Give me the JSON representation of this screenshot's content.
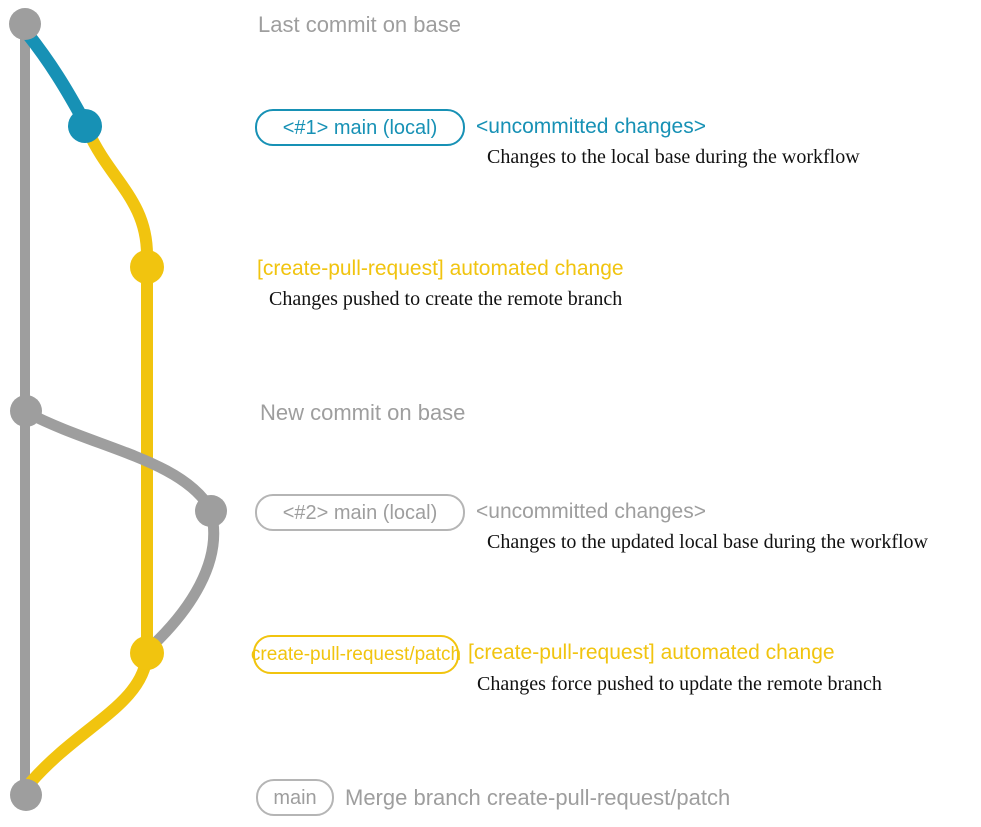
{
  "colors": {
    "teal": "#1791B5",
    "yellow": "#F1C40F",
    "gray": "#9E9E9E",
    "gray_border": "#B5B5B5",
    "caption": "#111111"
  },
  "labels": {
    "top": "Last commit on base",
    "middle": "New commit on base"
  },
  "rows": [
    {
      "badge": "<#1> main (local)",
      "status": "<uncommitted changes>",
      "caption": "Changes to the local base during the workflow"
    },
    {
      "title": "[create-pull-request] automated change",
      "caption": "Changes pushed to create the remote branch"
    },
    {
      "badge": "<#2> main (local)",
      "status": "<uncommitted changes>",
      "caption": "Changes to the updated local base during the workflow"
    },
    {
      "badge": "create-pull-request/patch",
      "title": "[create-pull-request] automated change",
      "caption": "Changes force pushed to update the remote branch"
    },
    {
      "badge": "main",
      "title": "Merge branch create-pull-request/patch"
    }
  ]
}
